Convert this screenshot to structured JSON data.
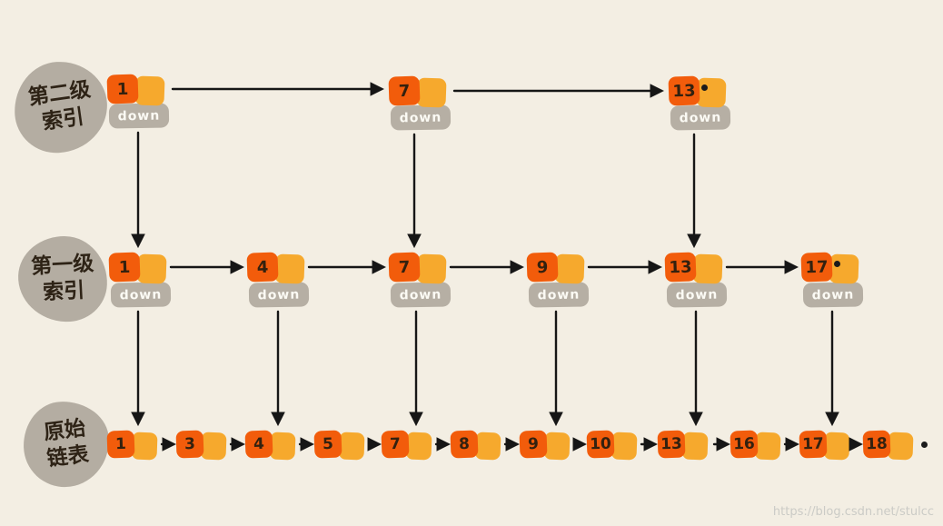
{
  "watermark": "https://blog.csdn.net/stulcc",
  "labels": {
    "level2": "第二级\n索引",
    "level1": "第一级\n索引",
    "level0": "原始\n链表"
  },
  "down_label": "down",
  "diagram": {
    "type": "skip-list",
    "levels": {
      "l2": {
        "name": "second-level-index",
        "nodes": [
          {
            "value": "1"
          },
          {
            "value": "7"
          },
          {
            "value": "13",
            "end": true
          }
        ]
      },
      "l1": {
        "name": "first-level-index",
        "nodes": [
          {
            "value": "1"
          },
          {
            "value": "4"
          },
          {
            "value": "7"
          },
          {
            "value": "9"
          },
          {
            "value": "13"
          },
          {
            "value": "17",
            "end": true
          }
        ]
      },
      "l0": {
        "name": "original-linked-list",
        "nodes": [
          {
            "value": "1"
          },
          {
            "value": "3"
          },
          {
            "value": "4"
          },
          {
            "value": "5"
          },
          {
            "value": "7"
          },
          {
            "value": "8"
          },
          {
            "value": "9"
          },
          {
            "value": "10"
          },
          {
            "value": "13"
          },
          {
            "value": "16"
          },
          {
            "value": "17"
          },
          {
            "value": "18",
            "end": true
          }
        ]
      }
    },
    "colors": {
      "background": "#f3eee3",
      "node_value_box": "#f25c0b",
      "node_pointer_box": "#f6a92d",
      "down_tag": "#b6afa4",
      "label_blob": "#b4ada2",
      "arrow": "#161616"
    }
  }
}
